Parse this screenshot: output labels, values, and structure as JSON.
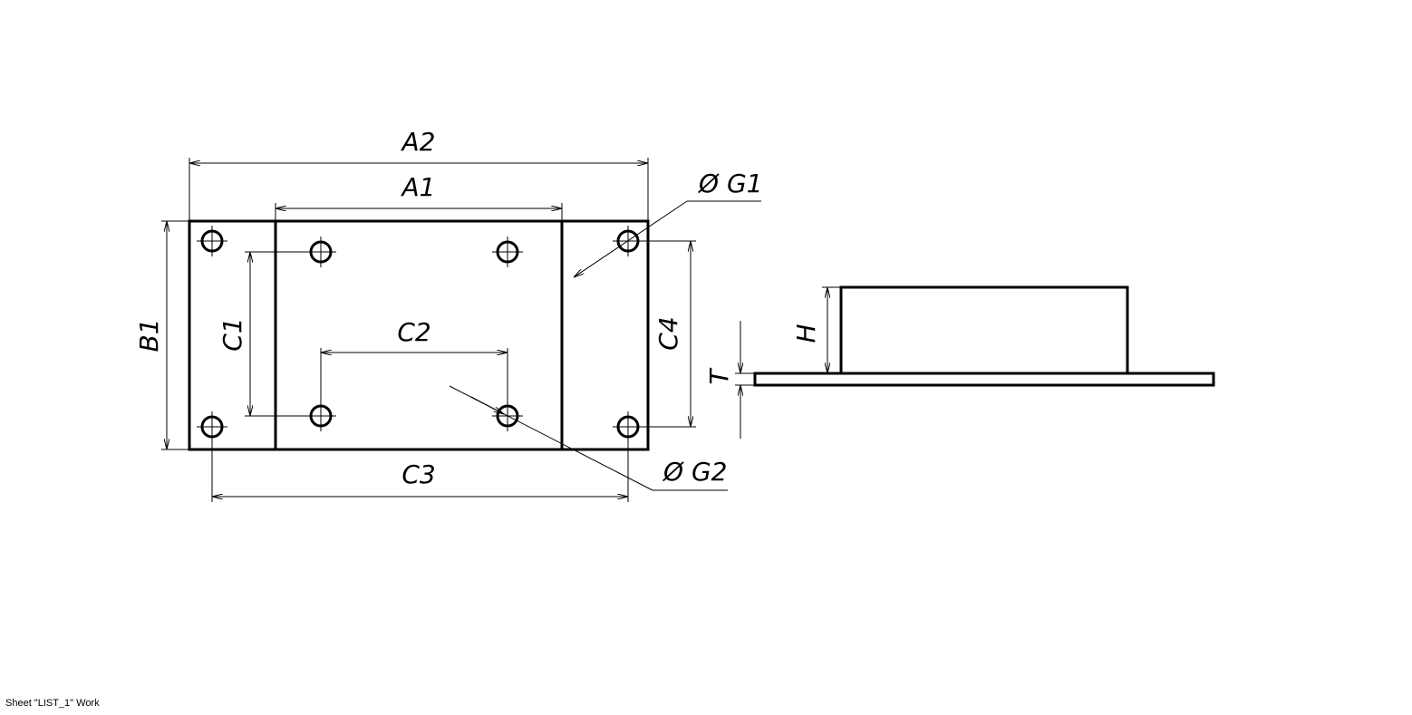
{
  "drawing": {
    "labels": {
      "a2": "A2",
      "a1": "A1",
      "b1": "B1",
      "c1": "C1",
      "c2": "C2",
      "c3": "C3",
      "c4": "C4",
      "g1": "Ø G1",
      "g2": "Ø G2",
      "h": "H",
      "t": "T"
    }
  },
  "status_bar": {
    "text": "Sheet \"LIST_1\" Work"
  }
}
